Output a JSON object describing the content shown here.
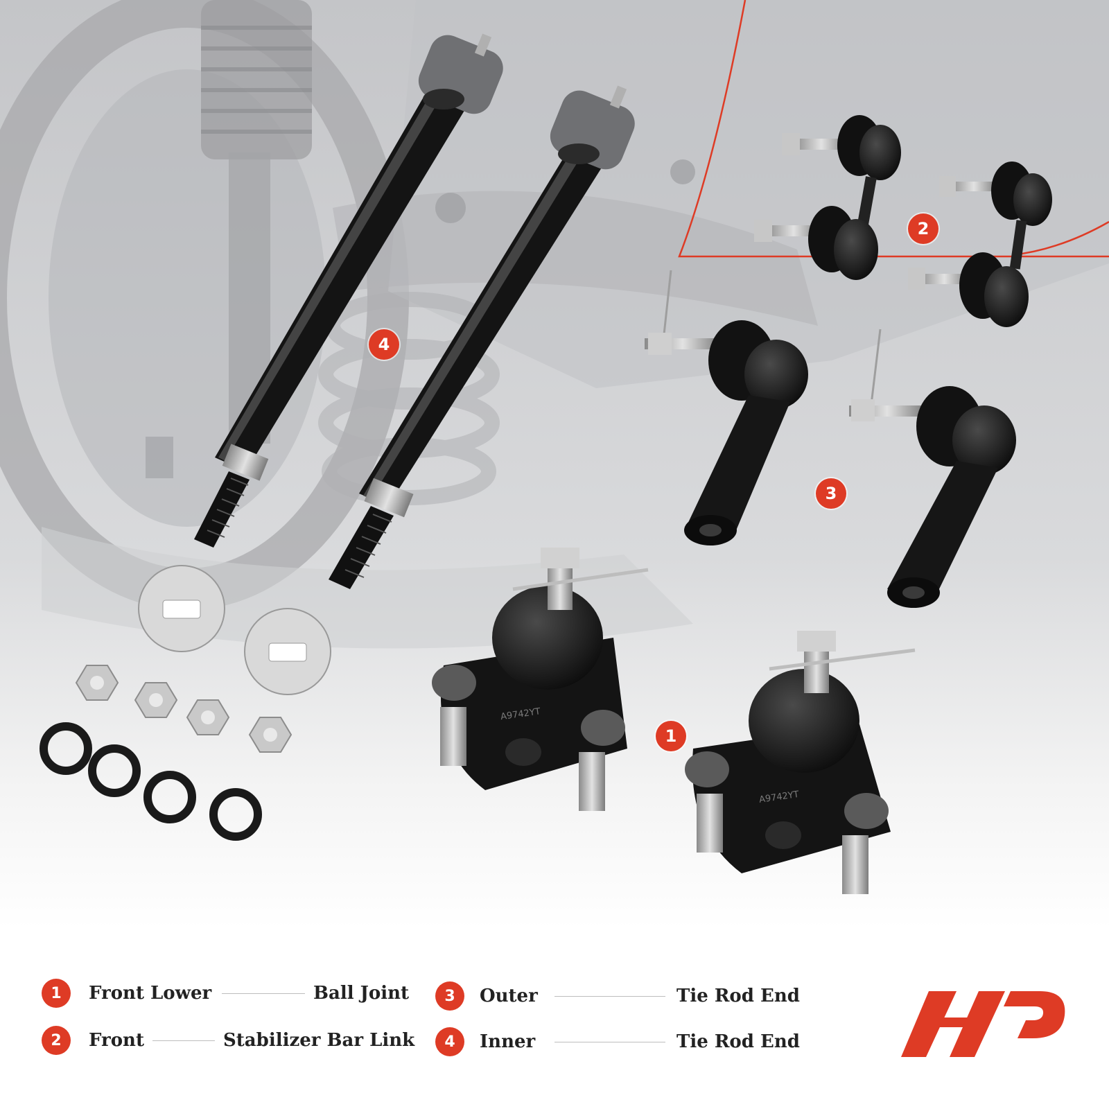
{
  "scene": {
    "callouts": [
      {
        "id": "1",
        "label": "1"
      },
      {
        "id": "2",
        "label": "2"
      },
      {
        "id": "3",
        "label": "3"
      },
      {
        "id": "4",
        "label": "4"
      }
    ],
    "ball_joint_marking": "A9742YT"
  },
  "legend": {
    "items": [
      {
        "num": "1",
        "left": "Front Lower",
        "right": "Ball Joint"
      },
      {
        "num": "2",
        "left": "Front",
        "right": "Stabilizer Bar Link"
      },
      {
        "num": "3",
        "left": "Outer",
        "right": "Tie Rod End"
      },
      {
        "num": "4",
        "left": "Inner",
        "right": "Tie Rod End"
      }
    ]
  },
  "colors": {
    "accent": "#de3b25",
    "part_black": "#151515",
    "metal": "#b9b9b9",
    "background_gray": "#c9cacc"
  }
}
